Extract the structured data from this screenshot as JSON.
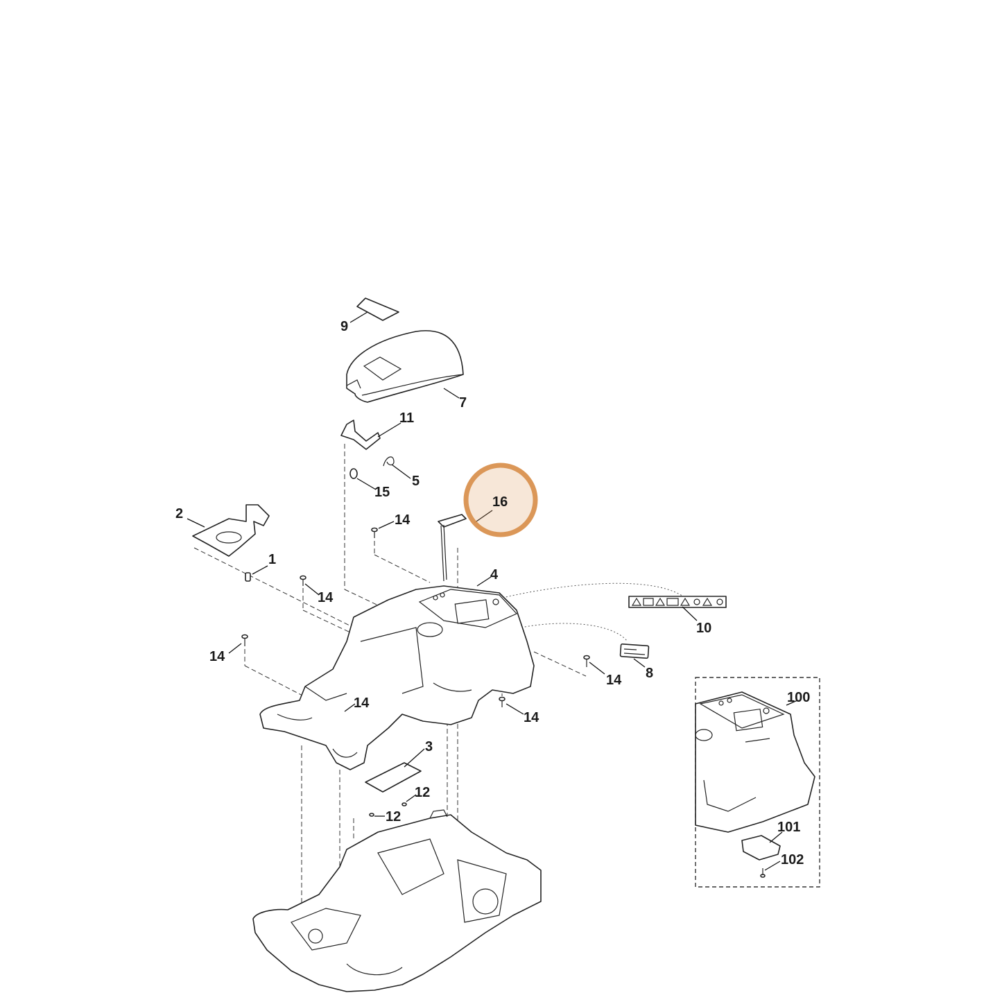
{
  "labels": {
    "p1": "1",
    "p2": "2",
    "p3": "3",
    "p4": "4",
    "p5": "5",
    "p7": "7",
    "p8": "8",
    "p9": "9",
    "p10": "10",
    "p11": "11",
    "p12": "12",
    "p14": "14",
    "p15": "15",
    "p16": "16",
    "p100": "100",
    "p101": "101",
    "p102": "102"
  },
  "highlight": {
    "part": "16",
    "color": "#d9914f"
  }
}
